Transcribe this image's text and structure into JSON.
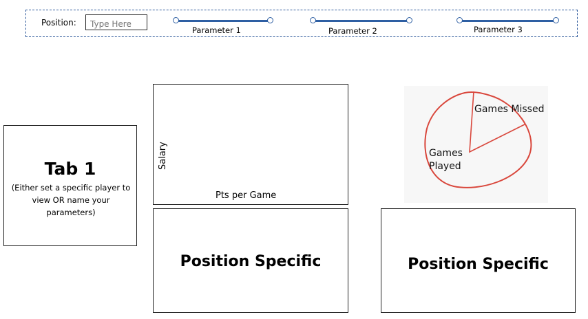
{
  "toolbar": {
    "position_label": "Position:",
    "position_placeholder": "Type Here",
    "parameters": [
      "Parameter 1",
      "Parameter 2",
      "Parameter 3"
    ]
  },
  "tab1": {
    "title": "Tab 1",
    "subtitle": "(Either set a specific player to view OR name your parameters)"
  },
  "scatter": {
    "ylabel": "Salary",
    "xlabel": "Pts per Game"
  },
  "pie": {
    "slices": [
      {
        "label": "Games Missed",
        "share": 0.18
      },
      {
        "label": "Games Played",
        "share": 0.82
      }
    ]
  },
  "panels": {
    "left_label": "Position Specific",
    "right_label": "Position Specific"
  },
  "colors": {
    "accent_blue": "#2e5fa3",
    "pie_red": "#d9473c"
  }
}
